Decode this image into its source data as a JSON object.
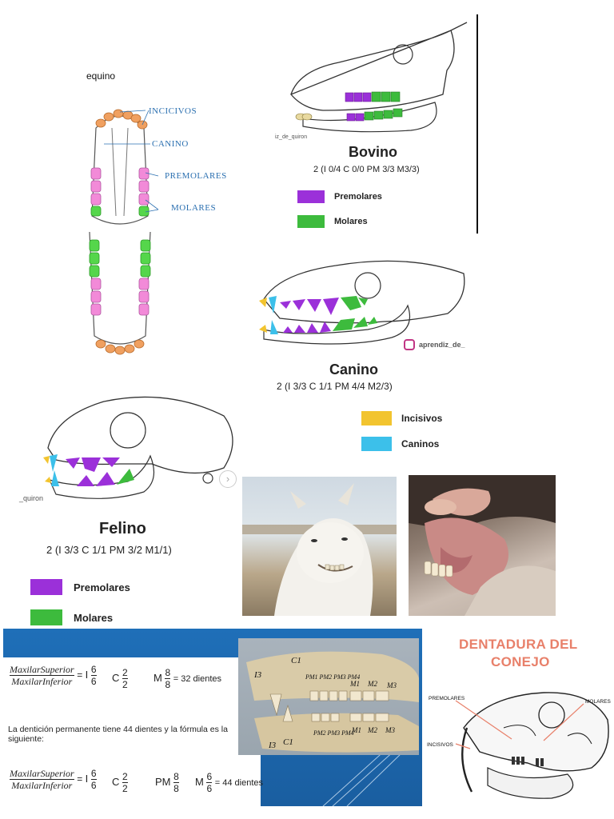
{
  "equine": {
    "title": "equino",
    "labels": {
      "incisors": "INCICIVOS",
      "canine": "CANINO",
      "premolars": "PREMOLARES",
      "molars": "MOLARES"
    }
  },
  "bovine": {
    "watermark": "iz_de_quiron",
    "title": "Bovino",
    "formula": "2 (I 0/4 C 0/0 PM 3/3 M3/3)",
    "legend": [
      {
        "label": "Premolares",
        "color": "#9b30d9"
      },
      {
        "label": "Molares",
        "color": "#3dbb3d"
      }
    ]
  },
  "canine": {
    "watermark": "aprendiz_de_",
    "title": "Canino",
    "formula": "2 (I 3/3 C 1/1 PM 4/4 M2/3)",
    "legend": [
      {
        "label": "Incisivos",
        "color": "#f2c42f"
      },
      {
        "label": "Caninos",
        "color": "#3cc0ea"
      }
    ]
  },
  "feline": {
    "watermark": "_quiron",
    "title": "Felino",
    "formula": "2 (I 3/3 C 1/1 PM 3/2 M1/1)",
    "legend": [
      {
        "label": "Premolares",
        "color": "#9b30d9"
      },
      {
        "label": "Molares",
        "color": "#3dbb3d"
      }
    ]
  },
  "pig": {
    "row1": {
      "num": "MaxilarSuperior",
      "den": "MaxilarInferior",
      "i": "I",
      "i_top": "6",
      "i_bot": "6",
      "c": "C",
      "c_top": "2",
      "c_bot": "2",
      "m": "M",
      "m_top": "8",
      "m_bot": "8",
      "result": "= 32 dientes"
    },
    "sentence": "La dentición permanente tiene 44 dientes y la fórmula es la siguiente:",
    "row2": {
      "num": "MaxilarSuperior",
      "den": "MaxilarInferior",
      "i": "I",
      "i_top": "6",
      "i_bot": "6",
      "c": "C",
      "c_top": "2",
      "c_bot": "2",
      "pm": "PM",
      "pm_top": "8",
      "pm_bot": "8",
      "m": "M",
      "m_top": "6",
      "m_bot": "6",
      "result": "= 44 dientes"
    },
    "skull_labels": [
      "C1",
      "I3",
      "PM1 PM2 PM3 PM4",
      "M1",
      "M2",
      "M3",
      "C1",
      "I3",
      "PM2 PM3 PM4",
      "M1",
      "M2",
      "M3"
    ]
  },
  "rabbit": {
    "title_line1": "DENTADURA DEL",
    "title_line2": "CONEJO",
    "labels": {
      "premolars": "PREMOLARES",
      "molars": "MOLARES",
      "incisors": "INCISIVOS"
    }
  }
}
